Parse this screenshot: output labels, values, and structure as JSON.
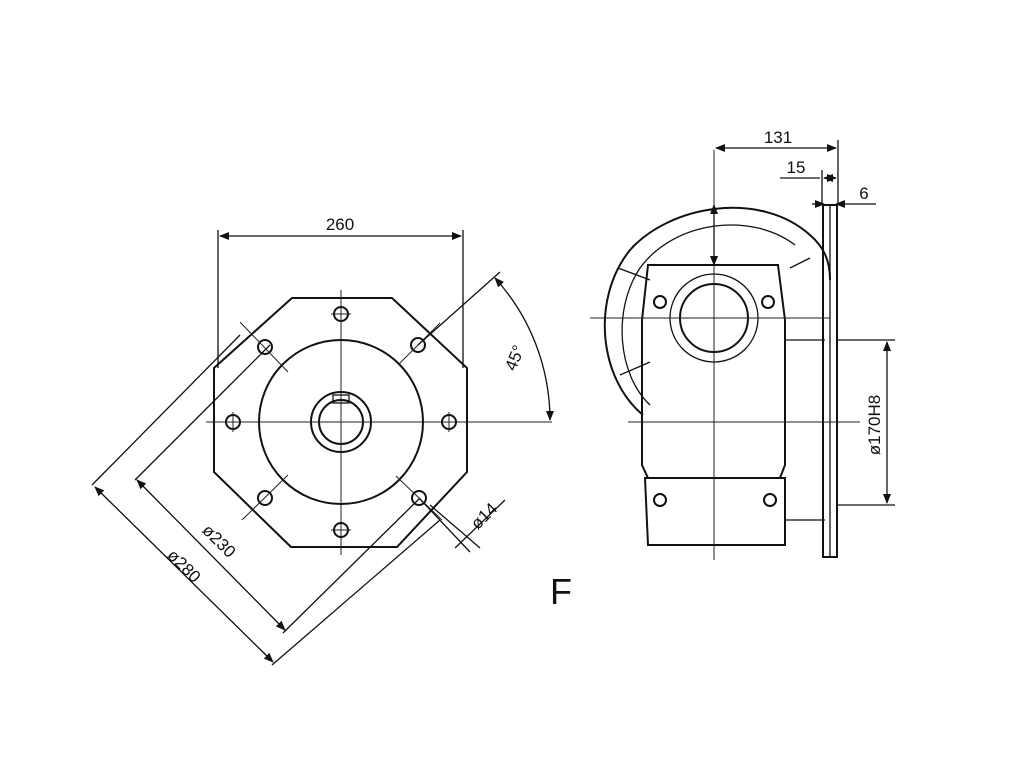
{
  "front_view": {
    "dim_width": "260",
    "dim_angle": "45°",
    "dim_hole": "ø14",
    "dim_pcd": "ø230",
    "dim_outer": "ø280"
  },
  "side_view": {
    "dim_length": "131",
    "dim_offset": "15",
    "dim_flange": "6",
    "dim_spigot": "ø170H8"
  },
  "view_label": "F",
  "colors": {
    "ink": "#111111",
    "background": "#ffffff"
  }
}
